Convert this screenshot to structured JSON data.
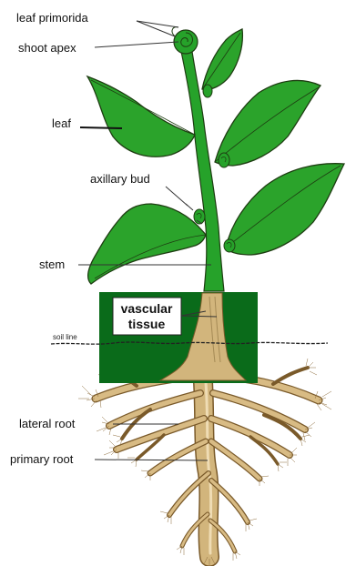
{
  "diagram": {
    "labels": {
      "leaf_primordia": "leaf primorida",
      "shoot_apex": "shoot apex",
      "leaf": "leaf",
      "axillary_bud": "axillary bud",
      "stem": "stem",
      "vascular_tissue_line1": "vascular",
      "vascular_tissue_line2": "tissue",
      "soil_line": "soil line",
      "lateral_root": "lateral root",
      "primary_root": "primary root"
    },
    "colors": {
      "leaf_green": "#2ba32b",
      "stem_green": "#26a22a",
      "soil_box": "#0a6b1a",
      "root_tan": "#d2b57c",
      "root_outline": "#7a5a2a"
    }
  }
}
